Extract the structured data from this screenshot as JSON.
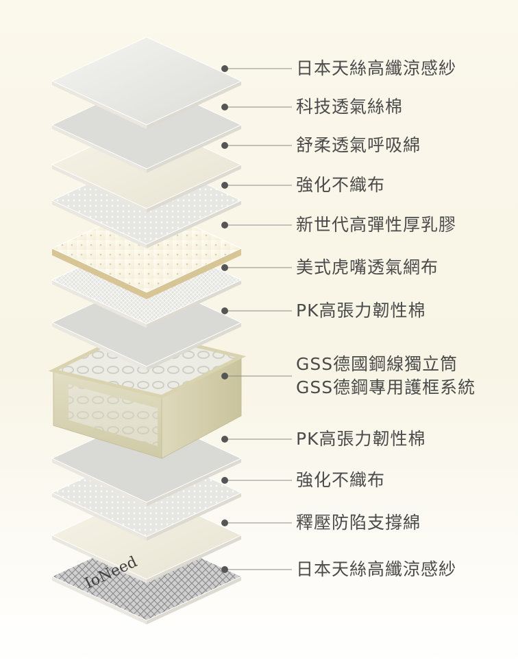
{
  "layers": [
    {
      "label": "日本天絲高纖涼感紗",
      "texture": "wave-fabric"
    },
    {
      "label": "科技透氣絲棉",
      "texture": "silk-fiber"
    },
    {
      "label": "舒柔透氣呼吸綿",
      "texture": "soft-foam"
    },
    {
      "label": "強化不織布",
      "texture": "nonwoven-dots"
    },
    {
      "label": "新世代高彈性厚乳膠",
      "texture": "latex-perforated"
    },
    {
      "label": "美式虎嘴透氣網布",
      "texture": "mesh-fabric"
    },
    {
      "label": "PK高張力韌性棉",
      "texture": "pk-fiber"
    },
    {
      "label": "GSS德國鋼線獨立筒",
      "label2": "GSS德鋼專用護框系統",
      "texture": "pocket-spring"
    },
    {
      "label": "PK高張力韌性棉",
      "texture": "pk-fiber"
    },
    {
      "label": "強化不織布",
      "texture": "nonwoven-dots"
    },
    {
      "label": "釋壓防陷支撐綿",
      "texture": "support-foam"
    },
    {
      "label": "日本天絲高纖涼感紗",
      "texture": "bottom-fabric"
    }
  ],
  "bottom_logo": "IoNeed",
  "colors": {
    "leader_line": "#8a8a8a",
    "dot": "#555555",
    "label_text": "#4a4a4a",
    "latex_edge": "#cdb98a",
    "spring_frame": "#d9d3b0"
  }
}
